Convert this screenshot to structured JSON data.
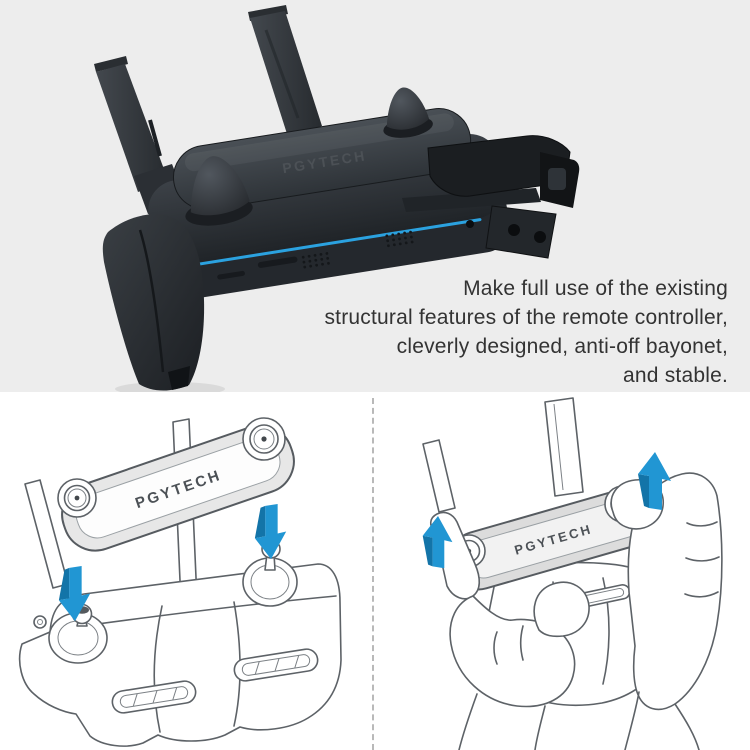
{
  "hero": {
    "caption_lines": [
      "Make full use of the existing",
      "structural features of the remote controller,",
      "cleverly designed, anti-off bayonet,",
      "and stable."
    ],
    "brand": "PGYTECH"
  },
  "install_panel": {
    "brand": "PGYTECH",
    "arrow_icon": "down-arrow-icon",
    "arrow_count": 2
  },
  "remove_panel": {
    "brand": "PGYTECH",
    "arrow_icon": "up-arrow-icon",
    "arrow_count": 2
  },
  "colors": {
    "hero_background": "#ededed",
    "panel_background": "#ffffff",
    "arrow_blue": "#2196d3",
    "arrow_blue_shade": "#1374a8",
    "caption_text": "#333333",
    "line_art_stroke": "#5d6267",
    "controller_body_dark": "#24282d"
  }
}
